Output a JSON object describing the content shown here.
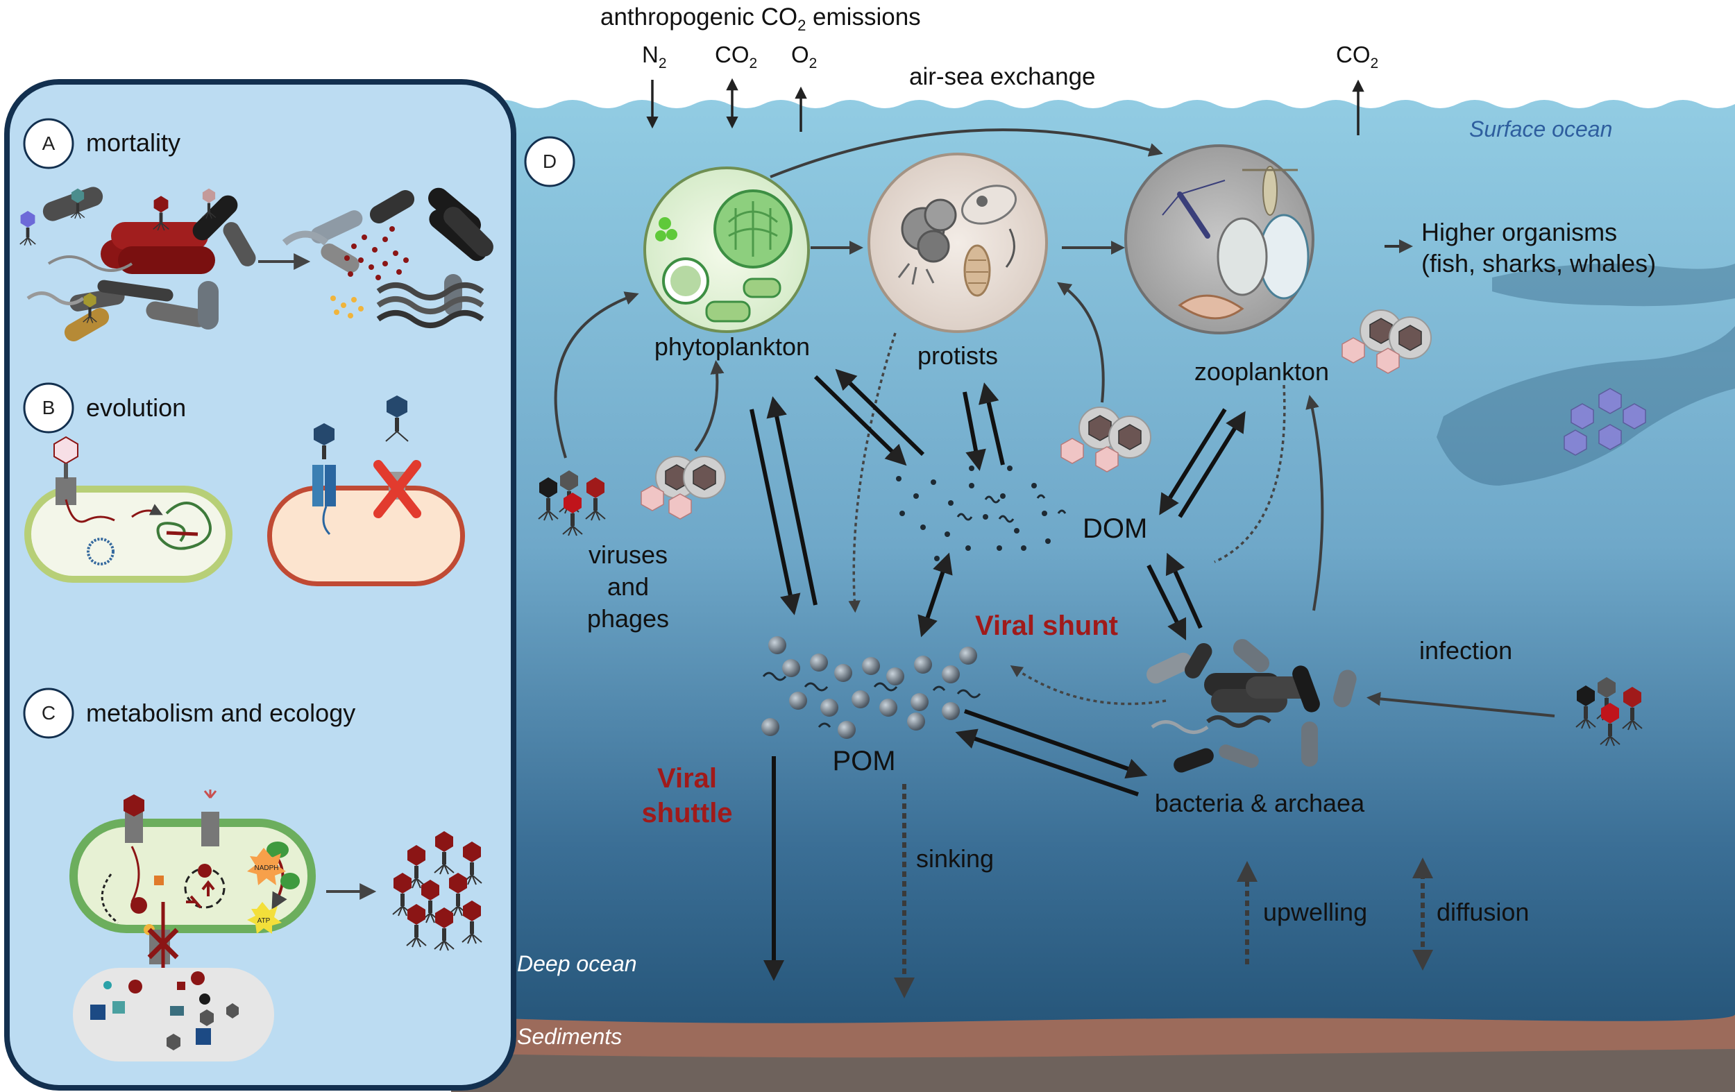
{
  "top": {
    "anthro_prefix": "anthropogenic CO",
    "anthro_sub": "2",
    "anthro_suffix": " emissions",
    "n2_main": "N",
    "n2_sub": "2",
    "co2_main": "CO",
    "co2_sub": "2",
    "o2_main": "O",
    "o2_sub": "2",
    "air_sea": "air-sea exchange",
    "co2_right_main": "CO",
    "co2_right_sub": "2"
  },
  "panel": {
    "a_letter": "A",
    "a_label": "mortality",
    "b_letter": "B",
    "b_label": "evolution",
    "c_letter": "C",
    "c_label": "metabolism and ecology",
    "nadph": "NADPH",
    "atp": "ATP"
  },
  "ocean": {
    "d_letter": "D",
    "surface": "Surface ocean",
    "deep": "Deep ocean",
    "sediments": "Sediments",
    "phytoplankton": "phytoplankton",
    "protists": "protists",
    "zooplankton": "zooplankton",
    "higher_1": "Higher organisms",
    "higher_2": "(fish, sharks, whales)",
    "viruses_1": "viruses",
    "viruses_2": "and",
    "viruses_3": "phages",
    "dom": "DOM",
    "viral_shunt": "Viral shunt",
    "pom": "POM",
    "viral_shuttle_1": "Viral",
    "viral_shuttle_2": "shuttle",
    "infection": "infection",
    "bacteria": "bacteria & archaea",
    "sinking": "sinking",
    "upwelling": "upwelling",
    "diffusion": "diffusion"
  },
  "colors": {
    "panel_bg": "#bcdcf2",
    "panel_border": "#13304f",
    "ocean_surface": "#92cce3",
    "ocean_deep": "#1f4d70",
    "viral_red": "#a01a1a",
    "sediment": "#9c6b5b",
    "bedrock": "#6e625c"
  }
}
